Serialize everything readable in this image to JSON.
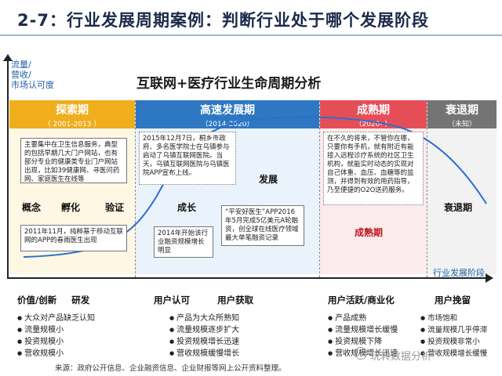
{
  "header": {
    "title": "2-7：行业发展周期案例：判断行业处于哪个发展阶段"
  },
  "diagram": {
    "subtitle": "互联网+医疗行业生命周期分析",
    "y_axis_label": [
      "流量/",
      "营收/",
      "市场认可度"
    ],
    "x_axis_label": "行业发展阶段",
    "colors": {
      "exploration": "#f0ad1c",
      "growth": "#2e77c2",
      "mature": "#e54e57",
      "decline": "#747474"
    },
    "stages": [
      {
        "name": "探索期",
        "period": "（ 2001-2013 ）"
      },
      {
        "name": "高速发展期",
        "period": "（2014-2020）"
      },
      {
        "name": "成熟期",
        "period": "（2020- ）"
      },
      {
        "name": "衰退期",
        "period": "（未知）"
      }
    ],
    "boxes": {
      "explore_1": "主要集中在卫生信息服务，典型的包括早期几大门户网站，也有部分专业的健康类专业门户网站出现，比如39健康网、寻医问药网、家庭医生在线等",
      "explore_2": "2011年11月，纯粹基于移动互联网的APP的春雨医生出现",
      "growth_1": "2015年12月7日，桐乡市政府、多名医学院士在乌镇参与启动了乌镇互联网医院。当天，乌镇互联网医院与乌镇医院APP宣布上线。",
      "growth_2": "2014年开始该行业融资规模增长明显",
      "growth_3": "“平安好医生”APP2016年5月完成5亿美元A轮融资，创全球在线医疗领域最大单笔融资记录",
      "mature_1": "在不久的将来，不管你在哪，只要你有手机，就有附近有能接入远程诊疗系统的社区卫生机构，就能实时动态的实现对自己体重、血压、血糖等的监测，并得到有效的用药指导，乃至便捷的O2O送药服务。"
    },
    "stage_words": {
      "concept": "概念",
      "incubate": "孵化",
      "validate": "验证",
      "growth": "成长",
      "develop": "发展",
      "mature": "成熟期",
      "decline": "衰退期"
    },
    "bottom": [
      {
        "heads": [
          "价值/创新",
          "研发"
        ],
        "items": [
          "大众对产品缺乏认知",
          "流量规模小",
          "投资规模小",
          "营收规模小"
        ]
      },
      {
        "heads": [
          "用户认可",
          "用户获取"
        ],
        "items": [
          "产品为大众所熟知",
          "流量规模逐步扩大",
          "投资规模增长迅速",
          "营收规模缓慢增长"
        ]
      },
      {
        "heads": [
          "用户活跃/商业化"
        ],
        "items": [
          "产品成熟",
          "流量规模增长缓慢",
          "投资规模下降",
          "营收规模增长迅速"
        ]
      },
      {
        "heads": [
          "用户挽留"
        ],
        "items": [
          "市场饱和",
          "流量规模几乎停滞",
          "投资规模非常小",
          "营收规模增长缓慢"
        ]
      }
    ]
  },
  "footer": {
    "source": "来源：政府公开信息、企业融资信息、企业财报等网上公开资料整理。",
    "watermark": "玩转数据分析"
  }
}
